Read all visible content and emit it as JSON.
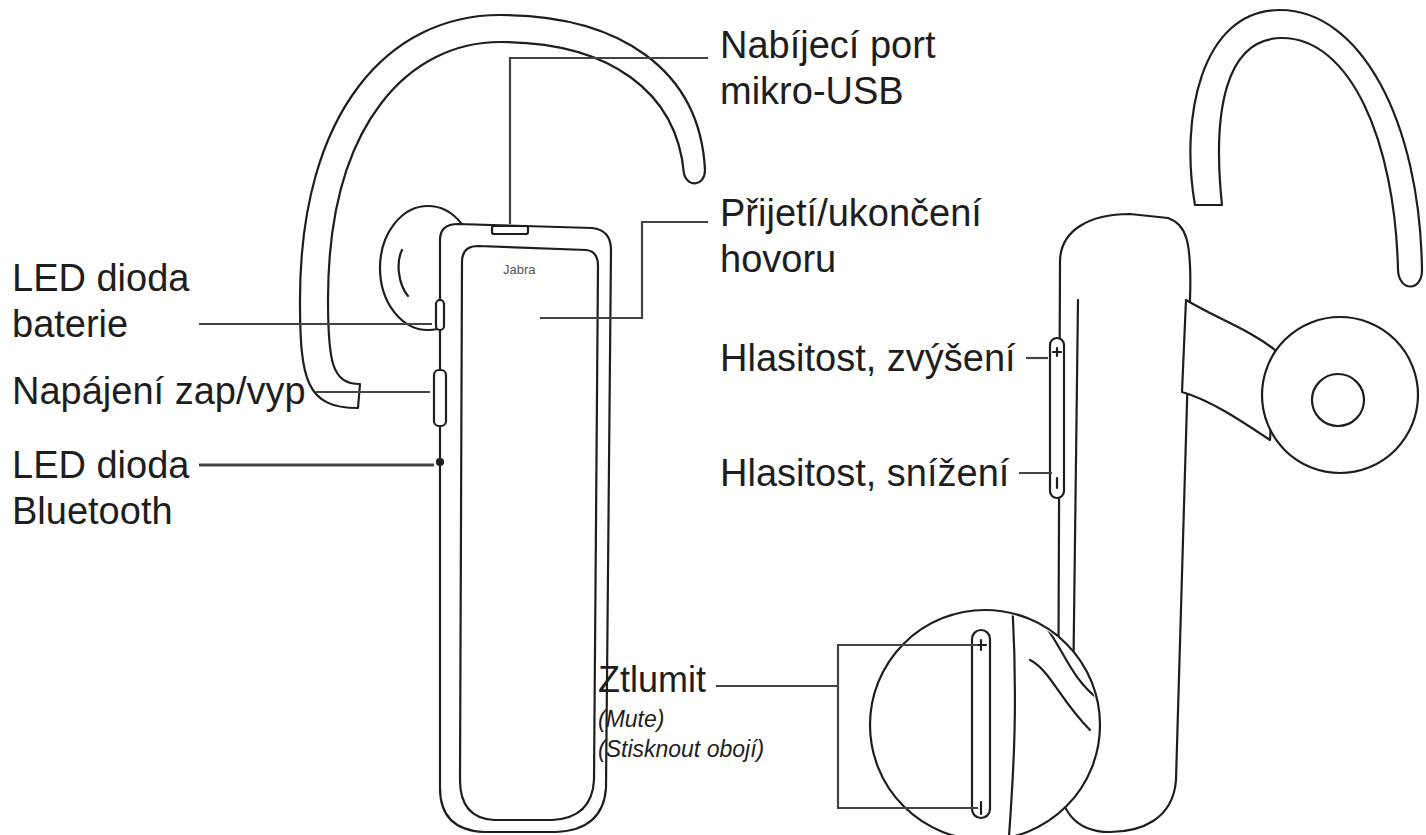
{
  "diagram": {
    "labels": [
      "Nabíjecí port mikro-USB",
      "Přijetí/ukončení hovoru",
      "Jabra",
      "LED dioda baterie",
      "Napájení zap/vyp",
      "Hlasitost, zvýšení",
      "LED dioda Bluetooth",
      "Hlasitost, snížení",
      "Ztlumit",
      "(Mute)",
      "(Stisknout obojí)"
    ]
  }
}
